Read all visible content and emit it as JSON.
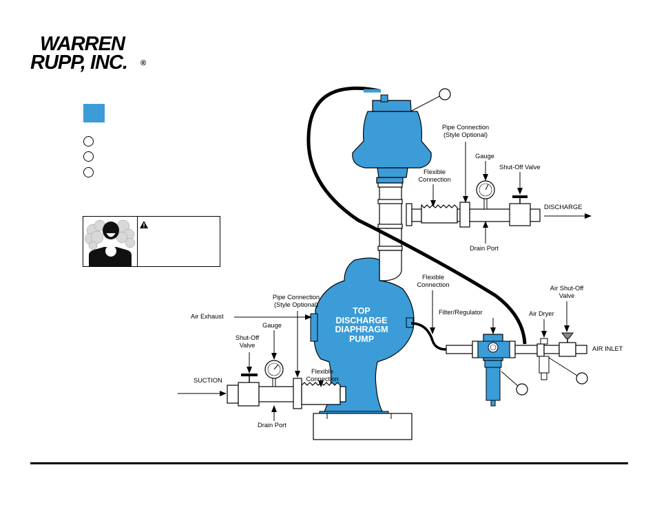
{
  "logo": {
    "line1": "WARREN",
    "line2": "RUPP, INC.",
    "registered": "®"
  },
  "colors": {
    "pump_blue": "#3b9cd8",
    "line": "#000000",
    "background": "#ffffff"
  },
  "warning": {
    "icon": "warning-triangle-icon",
    "picture": "respirator-hazard-icon"
  },
  "pump": {
    "label_lines": [
      "TOP",
      "DISCHARGE",
      "DIAPHRAGM",
      "PUMP"
    ]
  },
  "labels": {
    "pipe_connection_top": [
      "Pipe Connection",
      "(Style Optional)"
    ],
    "flexible_connection_top": [
      "Flexible",
      "Connection"
    ],
    "gauge_top": "Gauge",
    "shutoff_valve_top": "Shut-Off Valve",
    "discharge": "DISCHARGE",
    "drain_port_top": "Drain Port",
    "flexible_connection_mid": [
      "Flexible",
      "Connection"
    ],
    "air_shutoff_valve": [
      "Air Shut-Off",
      "Valve"
    ],
    "air_dryer": "Air Dryer",
    "filter_regulator": "Filter/Regulator",
    "air_inlet": "AIR INLET",
    "pipe_connection_left": [
      "Pipe Connection",
      "(Style Optional)"
    ],
    "air_exhaust": "Air Exhaust",
    "gauge_left": "Gauge",
    "shutoff_valve_left": [
      "Shut-Off",
      "Valve"
    ],
    "suction": "SUCTION",
    "flexible_connection_bottom": [
      "Flexible",
      "Connection"
    ],
    "drain_port_bottom": "Drain Port"
  }
}
